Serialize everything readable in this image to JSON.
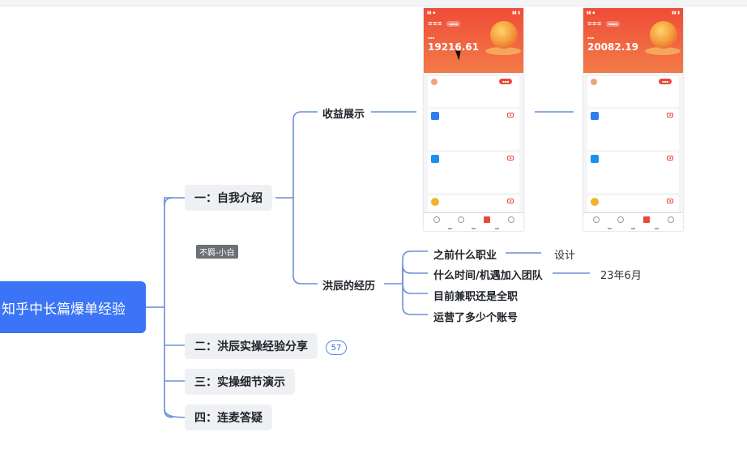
{
  "root": {
    "label": "知乎中长篇爆单经验"
  },
  "branches": [
    {
      "label": "一：自我介绍"
    },
    {
      "label": "二：洪辰实操经验分享"
    },
    {
      "label": "三：实操细节演示"
    },
    {
      "label": "四：连麦答疑"
    }
  ],
  "tag_label": "不羁-小白",
  "badge_count": "57",
  "intro": {
    "income": {
      "label": "收益展示"
    },
    "experience": {
      "label": "洪辰的经历",
      "items": [
        {
          "label": "之前什么职业",
          "value": "设计"
        },
        {
          "label": "什么时间/机遇加入团队",
          "value": "23年6月"
        },
        {
          "label": "目前兼职还是全职",
          "value": ""
        },
        {
          "label": "运营了多少个账号",
          "value": ""
        }
      ]
    }
  },
  "phones": [
    {
      "amount": "19216.61"
    },
    {
      "amount": "20082.19"
    }
  ],
  "colors": {
    "root": "#3b74f6",
    "node": "#eef0f3",
    "line": "#6b8fd6",
    "phone_header": "#ef4c37"
  }
}
